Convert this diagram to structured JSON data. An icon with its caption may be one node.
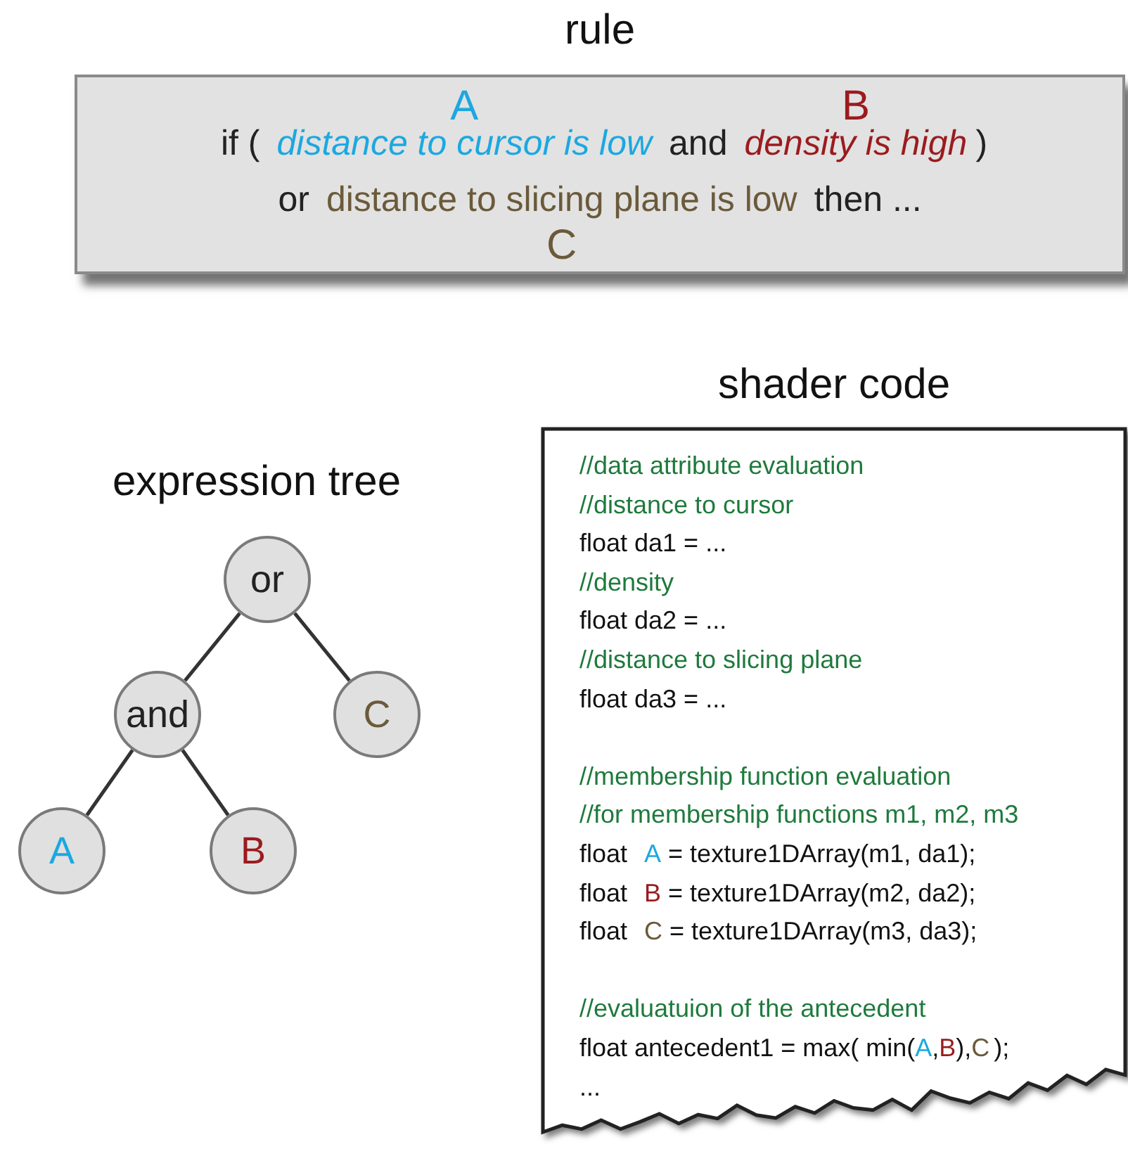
{
  "diagram": {
    "nodes": [
      {
        "text": [
          "rule",
          "A",
          "B",
          "if (",
          "distance to cursor is low",
          "and",
          "density is high",
          ")",
          "or",
          "distance to slicing plane is low",
          "then ...",
          "C"
        ]
      },
      {
        "text": [
          "or"
        ]
      },
      {
        "text": [
          "and"
        ]
      },
      {
        "text": [
          "C"
        ]
      },
      {
        "text": [
          "A"
        ]
      },
      {
        "text": [
          "B"
        ]
      },
      {
        "text": [
          "shader code",
          "//data attribute evaluation",
          "//distance to cursor",
          "float da1 = ...",
          "//density",
          "float da2 = ...",
          "//distance to slicing plane",
          "float da3 = ...",
          "//membership function evaluation",
          "//for membership functions m1, m2, m3",
          "float",
          "A",
          "= texture1DArray(m1, da1);",
          "float",
          "B",
          "= texture1DArray(m2, da2);",
          "float",
          "C",
          "= texture1DArray(m3, da3);",
          "//evaluatuion of the antecedent",
          "float antecedent1 = max( min(",
          "A",
          ",",
          "B",
          "),",
          "C",
          ");",
          "..."
        ]
      }
    ],
    "edges": [
      {
        "from": 1,
        "to": 2,
        "arrow": "none"
      },
      {
        "from": 1,
        "to": 3,
        "arrow": "none"
      },
      {
        "from": 2,
        "to": 4,
        "arrow": "none"
      },
      {
        "from": 2,
        "to": 5,
        "arrow": "none"
      }
    ],
    "labels": [
      "expression tree"
    ]
  }
}
